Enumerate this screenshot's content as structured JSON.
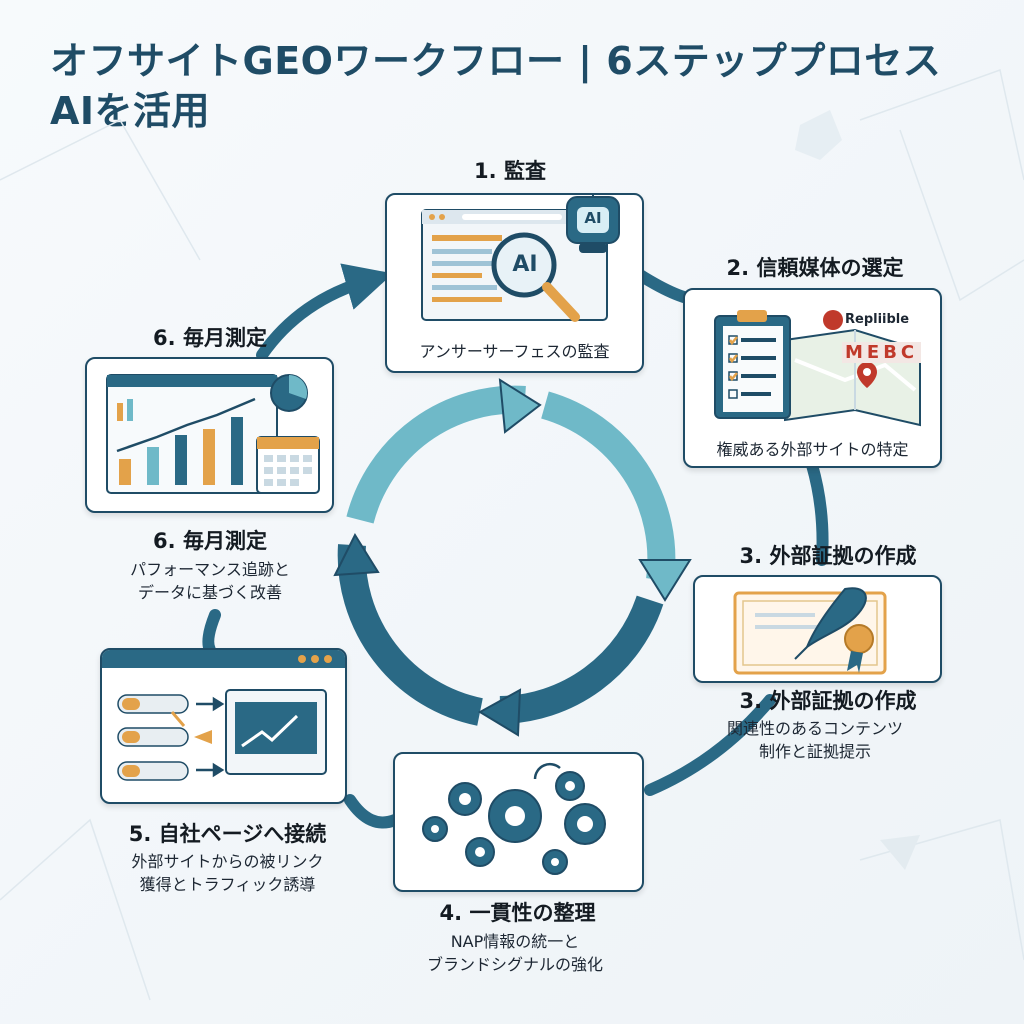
{
  "title": {
    "line1": "オフサイトGEOワークフロー | 6ステッププロセス",
    "line2": "AIを活用"
  },
  "steps": [
    {
      "label": "1. 監査",
      "caption": "アンサーサーフェスの監査",
      "icon_text": "AI",
      "robot_text": "AI"
    },
    {
      "label": "2. 信頼媒体の選定",
      "caption": "権威ある外部サイトの特定",
      "logos": [
        "Repliible",
        "MEBC"
      ]
    },
    {
      "label": "3. 外部証拠の作成",
      "label2": "3. 外部証拠の作成",
      "desc": [
        "関連性のあるコンテンツ",
        "制作と証拠提示"
      ]
    },
    {
      "label": "4. 一貫性の整理",
      "desc": [
        "NAP情報の統一と",
        "ブランドシグナルの強化"
      ]
    },
    {
      "label": "5. 自社ページへ接続",
      "desc": [
        "外部サイトからの被リンク",
        "獲得とトラフィック誘導"
      ]
    },
    {
      "label": "6. 毎月測定",
      "label2": "6. 毎月測定",
      "desc": [
        "パフォーマンス追跡と",
        "データに基づく改善"
      ]
    }
  ],
  "colors": {
    "primary": "#1f4c66",
    "accent_light": "#6fb9c8",
    "orange": "#e3a24a",
    "red": "#c0392b"
  }
}
